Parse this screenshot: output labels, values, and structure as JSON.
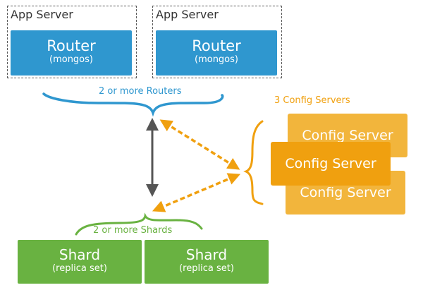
{
  "app_servers": [
    {
      "label": "App Server",
      "router": {
        "title": "Router",
        "subtitle": "(mongos)"
      }
    },
    {
      "label": "App Server",
      "router": {
        "title": "Router",
        "subtitle": "(mongos)"
      }
    }
  ],
  "routers_group_label": "2 or more Routers",
  "config_group_label": "3 Config Servers",
  "config_servers": [
    "Config Server",
    "Config Server",
    "Config Server"
  ],
  "shards_group_label": "2 or more Shards",
  "shards": [
    {
      "title": "Shard",
      "subtitle": "(replica set)"
    },
    {
      "title": "Shard",
      "subtitle": "(replica set)"
    }
  ],
  "colors": {
    "router": "#2f97cf",
    "config": "#f0a00f",
    "config_back": "#f2b53c",
    "shard": "#69b241",
    "arrow": "#555555"
  }
}
